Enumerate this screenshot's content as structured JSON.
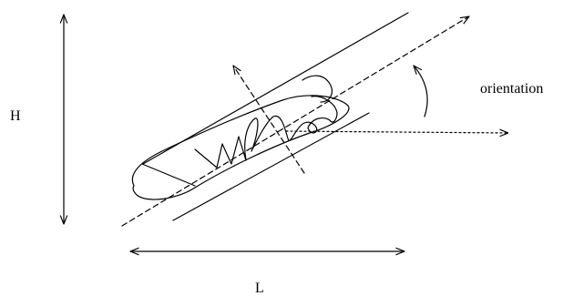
{
  "labels": {
    "height": "H",
    "length": "L",
    "orientation": "orientation"
  }
}
